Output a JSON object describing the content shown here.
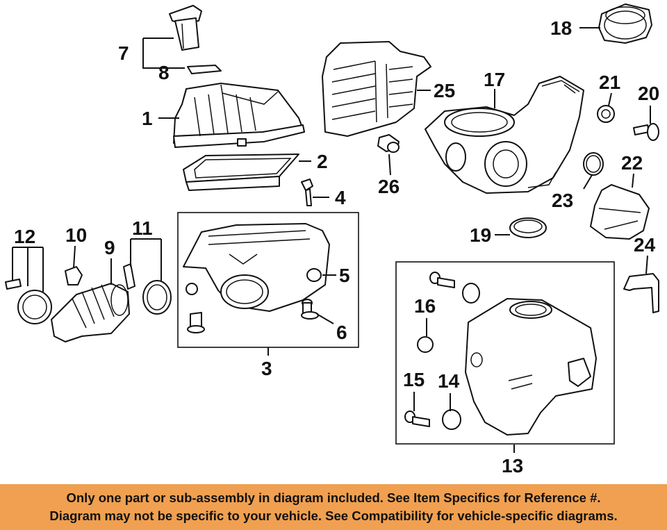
{
  "diagram": {
    "callouts": {
      "p1": "1",
      "p2": "2",
      "p3": "3",
      "p4": "4",
      "p5": "5",
      "p6": "6",
      "p7": "7",
      "p8": "8",
      "p9": "9",
      "p10": "10",
      "p11": "11",
      "p12": "12",
      "p13": "13",
      "p14": "14",
      "p15": "15",
      "p16": "16",
      "p17": "17",
      "p18": "18",
      "p19": "19",
      "p20": "20",
      "p21": "21",
      "p22": "22",
      "p23": "23",
      "p24": "24",
      "p25": "25",
      "p26": "26"
    }
  },
  "banner": {
    "line1": "Only one part or sub-assembly in diagram included. See Item Specifics for Reference #.",
    "line2": "Diagram may not be specific to your vehicle. See Compatibility for vehicle-specific diagrams."
  },
  "colors": {
    "banner_bg": "#f0a050",
    "ink": "#111111"
  }
}
